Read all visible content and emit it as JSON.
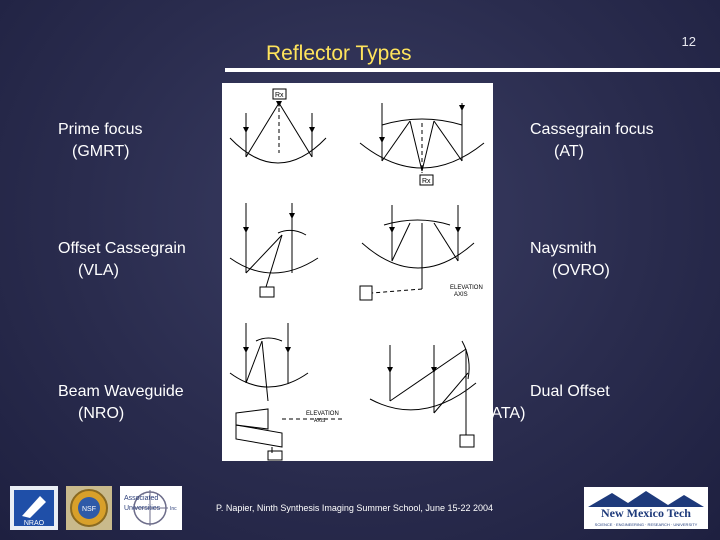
{
  "slide": {
    "number": "12",
    "title": "Reflector Types"
  },
  "labels": {
    "prime_focus": {
      "name": "Prime focus",
      "example": "(GMRT)"
    },
    "cassegrain_focus": {
      "name": "Cassegrain focus",
      "example": "(AT)"
    },
    "offset_cassegrain": {
      "name": "Offset Cassegrain",
      "example": "(VLA)"
    },
    "naysmith": {
      "name": "Naysmith",
      "example": "(OVRO)"
    },
    "beam_waveguide": {
      "name": "Beam Waveguide",
      "example": "(NRO)"
    },
    "dual_offset": {
      "name": "Dual Offset",
      "example": "(ATA)"
    }
  },
  "diagram": {
    "rx_label": "Rx",
    "elevation_axis_1": "ELEVATION",
    "elevation_axis_2": "AXIS",
    "elevation_axis_3": "ELEVATION",
    "elevation_axis_4": "AXIS"
  },
  "footer": "P. Napier, Ninth Synthesis Imaging Summer School, June 15-22 2004",
  "logos": {
    "nrao": "NRAO",
    "nsf": "NSF",
    "aui_1": "Associated",
    "aui_2": "Universities",
    "aui_3": "Inc",
    "nmt_1": "New Mexico Tech",
    "nmt_2": "SCIENCE · ENGINEERING · RESEARCH · UNIVERSITY"
  },
  "colors": {
    "background": "#2a2c4e",
    "title": "#ffe45c",
    "text": "#ffffff",
    "nmt_navy": "#1e3a7b"
  }
}
